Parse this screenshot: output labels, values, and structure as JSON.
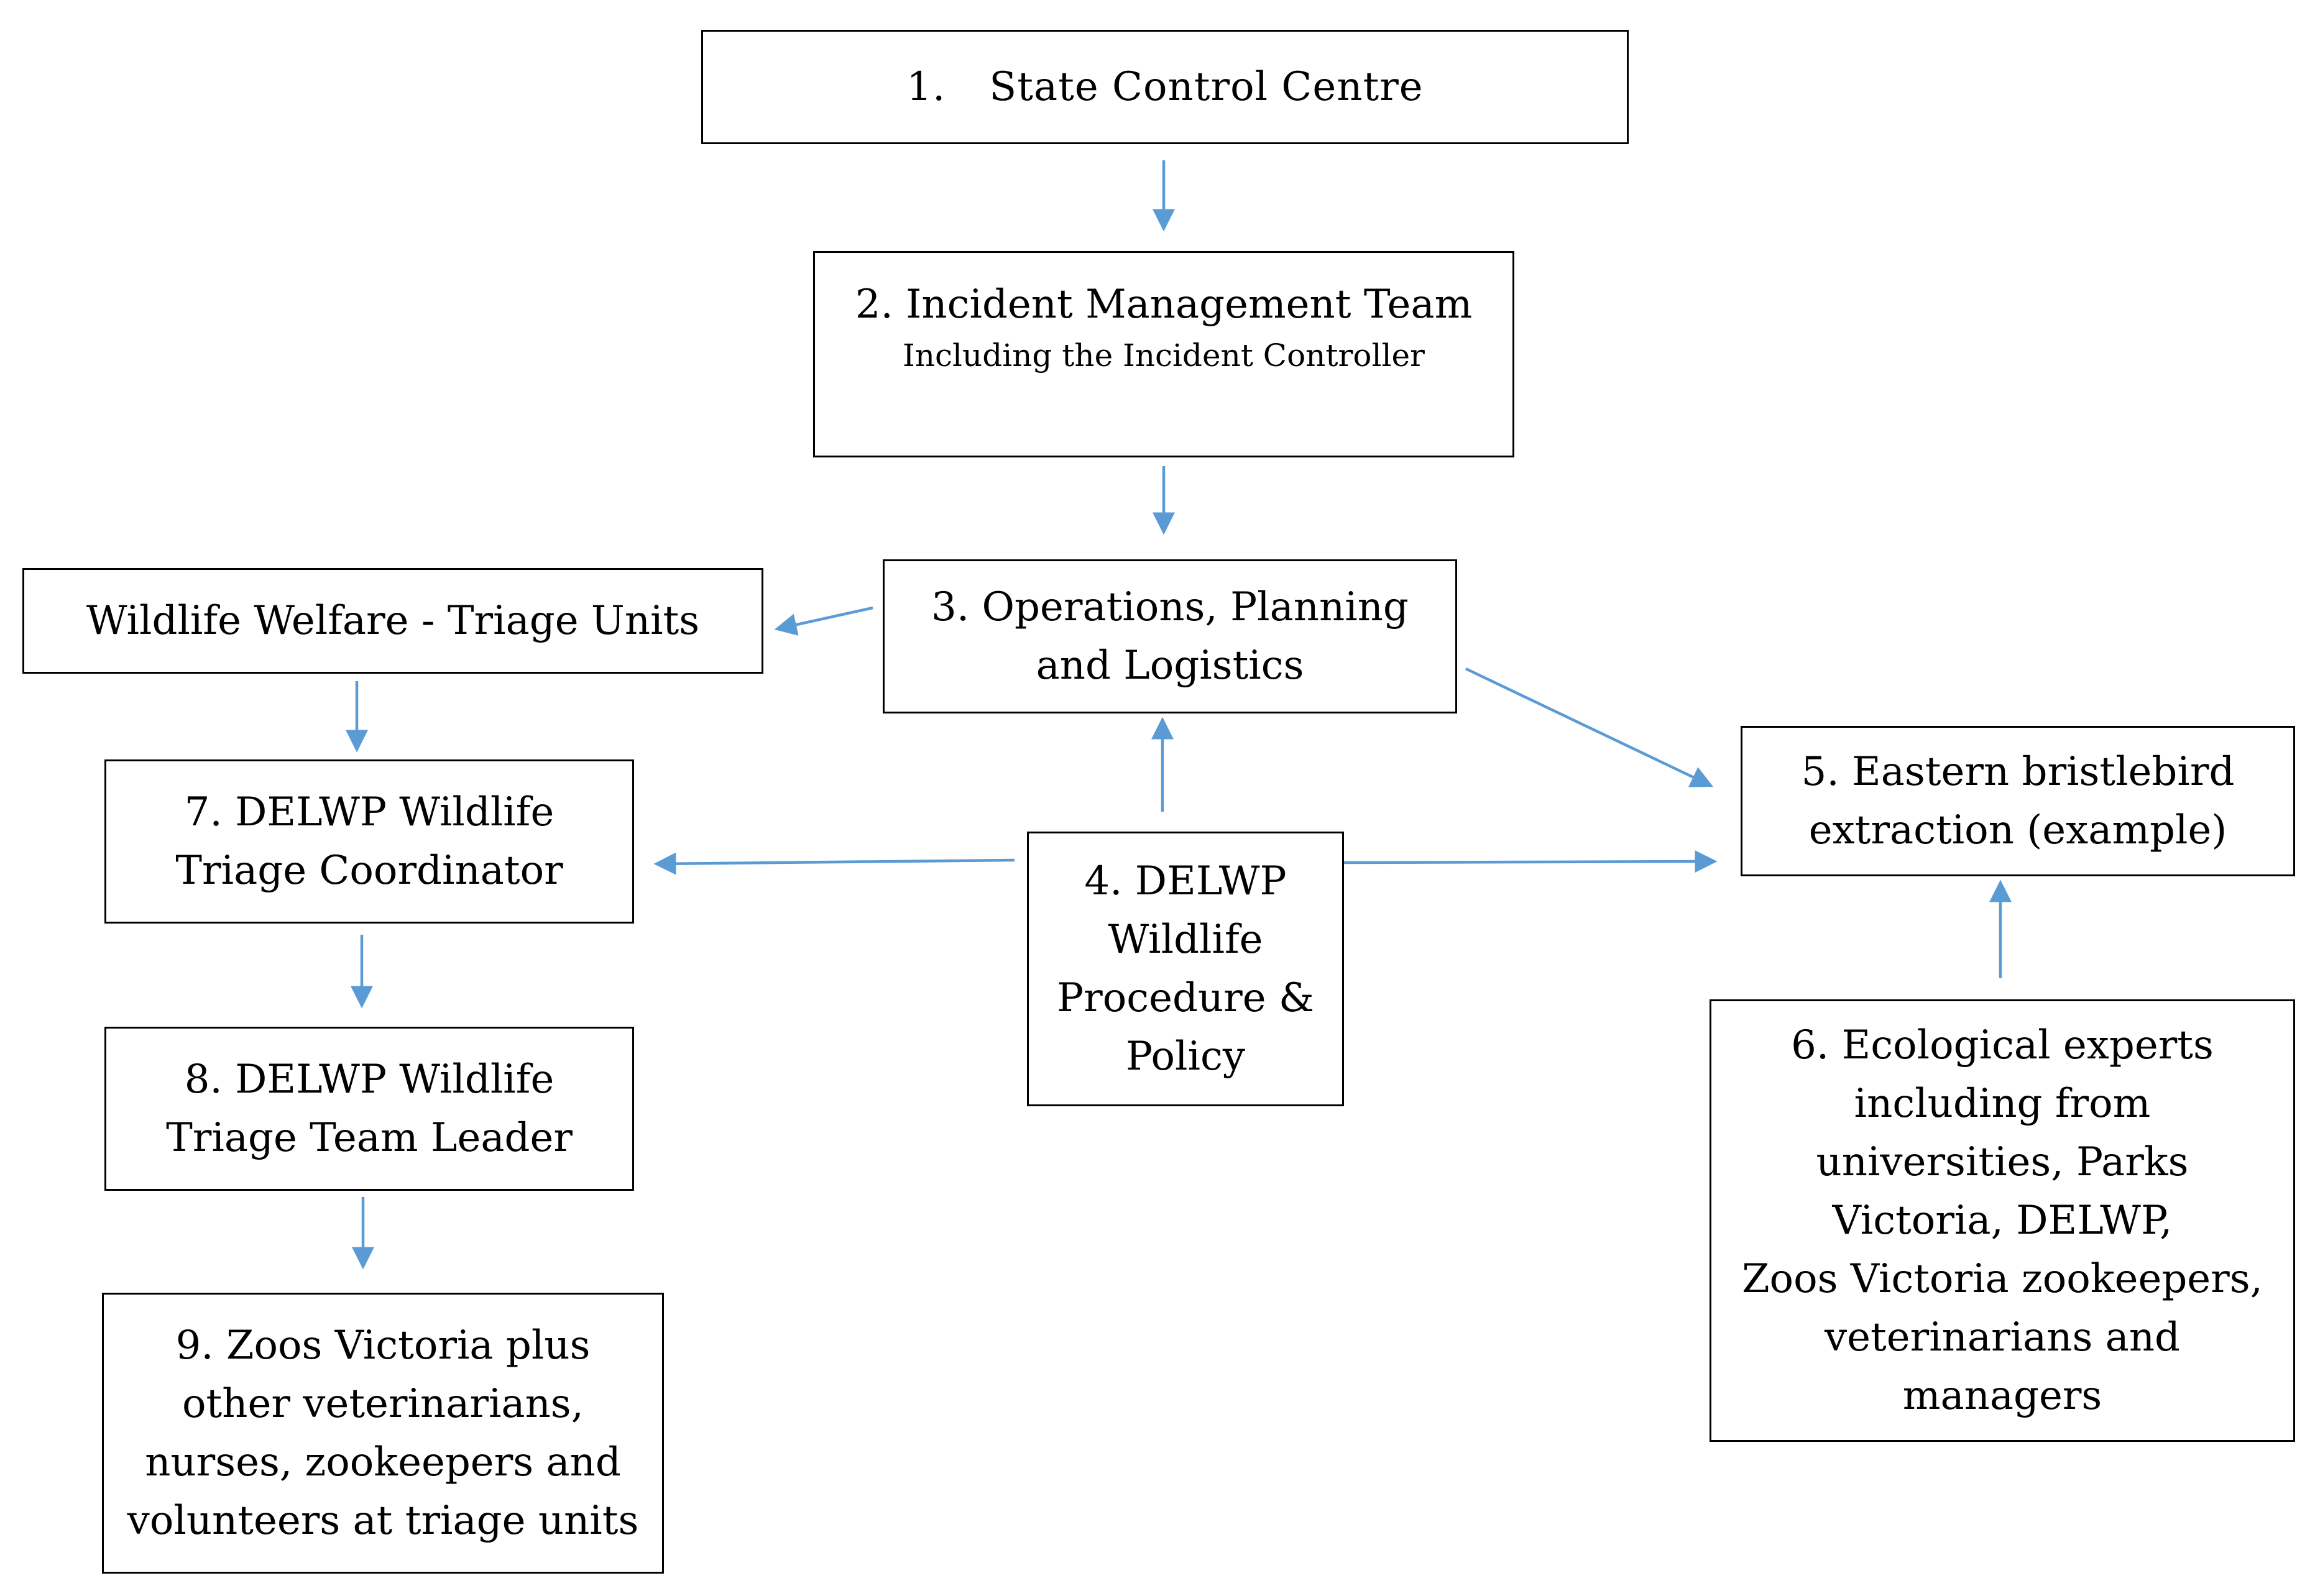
{
  "diagram": {
    "nodes": {
      "n1": {
        "number": "1.",
        "lines": [
          "State Control Centre"
        ]
      },
      "n2": {
        "lines": [
          "2. Incident Management Team"
        ],
        "subtitle": "Including the Incident Controller"
      },
      "n3": {
        "lines": [
          "3. Operations, Planning",
          "and Logistics"
        ]
      },
      "wildlife_welfare": {
        "lines": [
          "Wildlife Welfare - Triage Units"
        ]
      },
      "n4": {
        "lines": [
          "4. DELWP",
          "Wildlife",
          "Procedure &",
          "Policy"
        ]
      },
      "n5": {
        "lines": [
          "5. Eastern bristlebird",
          "extraction (example)"
        ]
      },
      "n6": {
        "lines": [
          "6. Ecological experts",
          "including from",
          "universities, Parks",
          "Victoria, DELWP,",
          "Zoos Victoria zookeepers,",
          "veterinarians and",
          "managers"
        ]
      },
      "n7": {
        "lines": [
          "7. DELWP Wildlife",
          "Triage Coordinator"
        ]
      },
      "n8": {
        "lines": [
          "8. DELWP Wildlife",
          "Triage Team Leader"
        ]
      },
      "n9": {
        "lines": [
          "9. Zoos Victoria plus",
          "other veterinarians,",
          "nurses, zookeepers and",
          "volunteers at triage units"
        ]
      }
    },
    "edges": [
      {
        "from": "n1",
        "to": "n2"
      },
      {
        "from": "n2",
        "to": "n3"
      },
      {
        "from": "n3",
        "to": "wildlife_welfare"
      },
      {
        "from": "n3",
        "to": "n5"
      },
      {
        "from": "n4",
        "to": "n3"
      },
      {
        "from": "n4",
        "to": "n7"
      },
      {
        "from": "n4",
        "to": "n5"
      },
      {
        "from": "n6",
        "to": "n5"
      },
      {
        "from": "wildlife_welfare",
        "to": "n7"
      },
      {
        "from": "n7",
        "to": "n8"
      },
      {
        "from": "n8",
        "to": "n9"
      }
    ],
    "colors": {
      "arrow": "#5b9bd5",
      "border": "#000000"
    }
  }
}
